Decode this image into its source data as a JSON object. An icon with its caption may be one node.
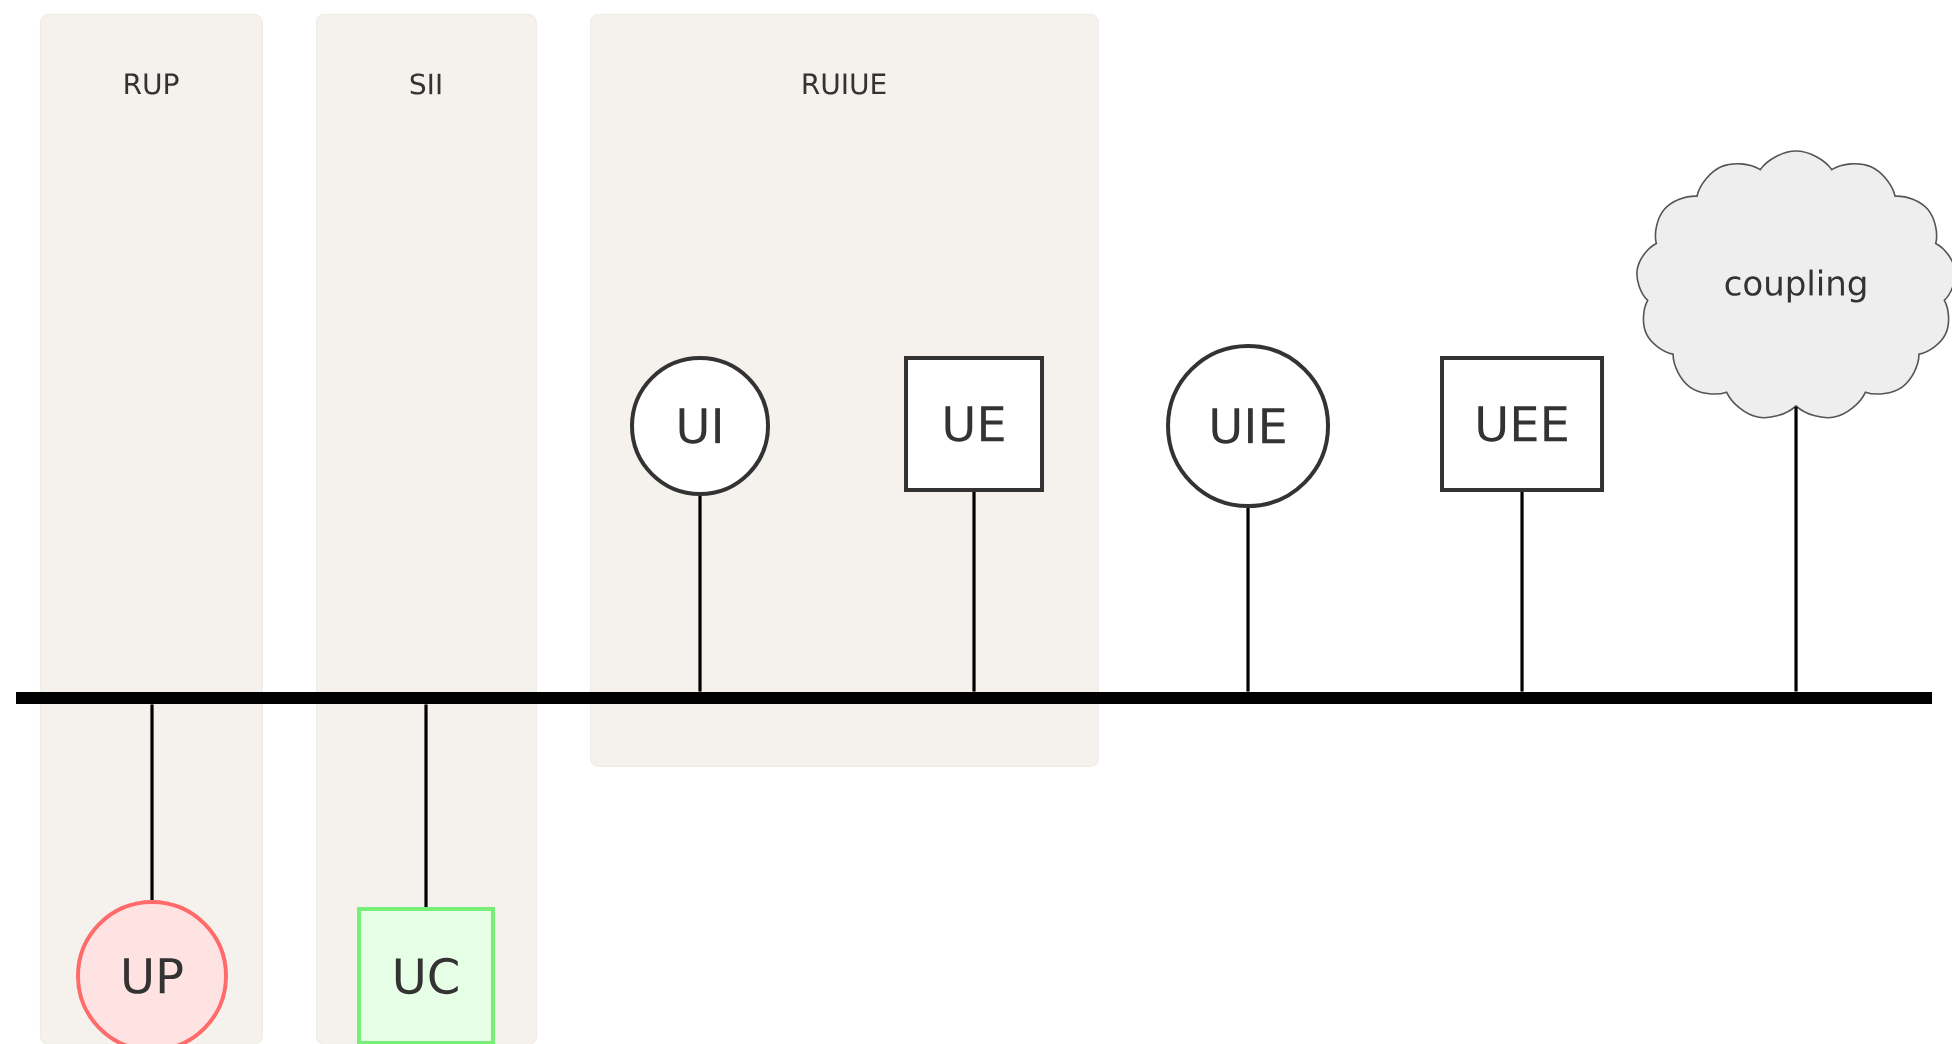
{
  "diagram": {
    "nodes": [
      {
        "text": [
          "RUP"
        ]
      },
      {
        "text": [
          "SII"
        ]
      },
      {
        "text": [
          "RUIUE"
        ]
      },
      {
        "text": [
          "UI"
        ],
        "in": 2
      },
      {
        "text": [
          "UE"
        ],
        "in": 2
      },
      {
        "text": [
          "UIE"
        ]
      },
      {
        "text": [
          "UEE"
        ]
      },
      {
        "text": [
          "coupling"
        ]
      },
      {
        "text": [],
        "shape": "bar"
      },
      {
        "text": [
          "UP"
        ],
        "in": 0
      },
      {
        "text": [
          "UC"
        ],
        "in": 1
      }
    ],
    "edges": [
      {
        "from": 3,
        "to": 8,
        "arrow": "none"
      },
      {
        "from": 4,
        "to": 8,
        "arrow": "none"
      },
      {
        "from": 5,
        "to": 8,
        "arrow": "none"
      },
      {
        "from": 6,
        "to": 8,
        "arrow": "none"
      },
      {
        "from": 7,
        "to": 8,
        "arrow": "none"
      },
      {
        "from": 8,
        "to": 9,
        "arrow": "none"
      },
      {
        "from": 8,
        "to": 10,
        "arrow": "none"
      }
    ]
  }
}
